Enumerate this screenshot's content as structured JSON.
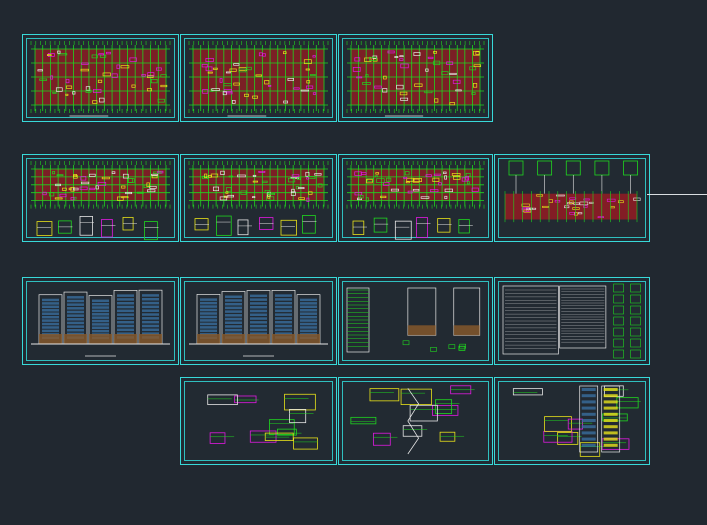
{
  "app": {
    "background_color": "#212830"
  },
  "colors": {
    "sheet_border": "#38d9d9",
    "plan_red": "#c4161c",
    "plan_green": "#1fd61f",
    "plan_yellow": "#e8e21a",
    "plan_magenta": "#e01ae0",
    "plan_white": "#e6e6e6",
    "elevation_blue": "#3a6e9e",
    "elevation_brown": "#8a5a2a"
  },
  "sheets": [
    {
      "id": "row1-col1",
      "kind": "floor-plan",
      "icon": "floor-plan-sheet-icon"
    },
    {
      "id": "row1-col2",
      "kind": "floor-plan",
      "icon": "floor-plan-sheet-icon"
    },
    {
      "id": "row1-col3",
      "kind": "floor-plan",
      "icon": "floor-plan-sheet-icon"
    },
    {
      "id": "row2-col1",
      "kind": "floor-plan-details",
      "icon": "floor-plan-sheet-icon"
    },
    {
      "id": "row2-col2",
      "kind": "floor-plan-details",
      "icon": "floor-plan-sheet-icon"
    },
    {
      "id": "row2-col3",
      "kind": "floor-plan-details",
      "icon": "floor-plan-sheet-icon"
    },
    {
      "id": "row2-col4",
      "kind": "roof-plan",
      "icon": "roof-plan-sheet-icon"
    },
    {
      "id": "row3-col1",
      "kind": "elevation",
      "icon": "elevation-sheet-icon"
    },
    {
      "id": "row3-col2",
      "kind": "elevation",
      "icon": "elevation-sheet-icon"
    },
    {
      "id": "row3-col3",
      "kind": "section",
      "icon": "section-sheet-icon"
    },
    {
      "id": "row3-col4",
      "kind": "notes-table",
      "icon": "notes-sheet-icon"
    },
    {
      "id": "row4-col2",
      "kind": "stair-details",
      "icon": "detail-sheet-icon"
    },
    {
      "id": "row4-col3",
      "kind": "wall-details",
      "icon": "detail-sheet-icon"
    },
    {
      "id": "row4-col4",
      "kind": "section-details",
      "icon": "detail-sheet-icon"
    }
  ]
}
